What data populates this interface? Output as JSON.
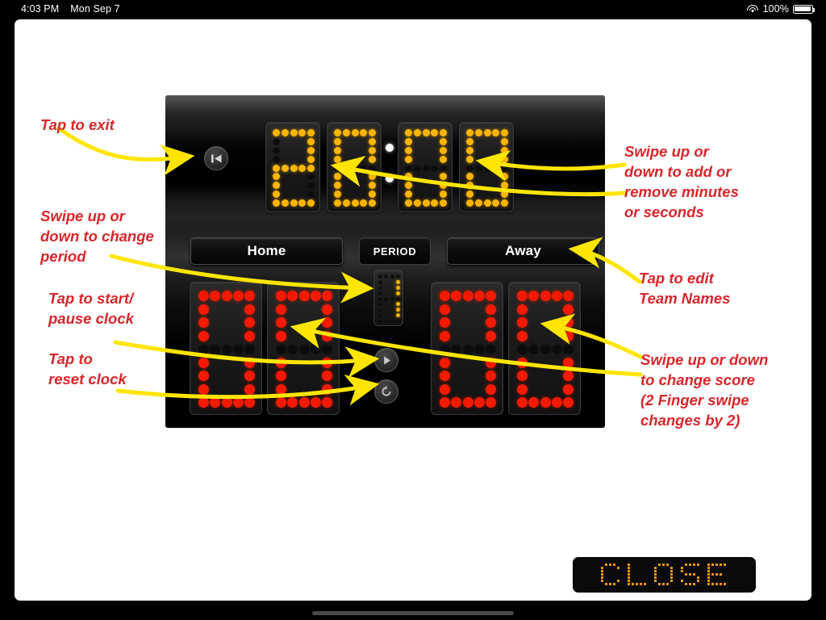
{
  "status_bar": {
    "time": "4:03 PM",
    "date": "Mon Sep 7",
    "battery_percent": "100%",
    "wifi_icon": "wifi-icon",
    "battery_icon": "battery-icon"
  },
  "scoreboard": {
    "clock": {
      "minutes": "20",
      "seconds": "00",
      "display": "20:00",
      "separator": ":"
    },
    "period": {
      "label": "PERIOD",
      "value": "1"
    },
    "home": {
      "name": "Home",
      "score": "00"
    },
    "away": {
      "name": "Away",
      "score": "00"
    },
    "controls": {
      "exit_icon": "skip-back-icon",
      "play_icon": "play-icon",
      "reset_icon": "reset-counterclockwise-icon"
    },
    "colors": {
      "clock_led": "#ffb500",
      "score_led": "#f41a00",
      "period_led": "#ffb500",
      "led_off": "#0c0c0c",
      "panel_bg": "#000000"
    }
  },
  "annotations": [
    {
      "id": "exit",
      "text": "Tap to exit"
    },
    {
      "id": "period",
      "text": "Swipe up or\ndown to change\nperiod"
    },
    {
      "id": "startpause",
      "text": "Tap to start/\npause clock"
    },
    {
      "id": "reset",
      "text": "Tap to\nreset clock"
    },
    {
      "id": "clock",
      "text": "Swipe up or\ndown to add or\nremove minutes\nor seconds"
    },
    {
      "id": "teamnames",
      "text": "Tap to edit\nTeam Names"
    },
    {
      "id": "score",
      "text": "Swipe up or down\nto change score\n(2 Finger swipe\nchanges by 2)"
    }
  ],
  "close_button": {
    "label": "CLOSE",
    "color": "#f59a11"
  }
}
